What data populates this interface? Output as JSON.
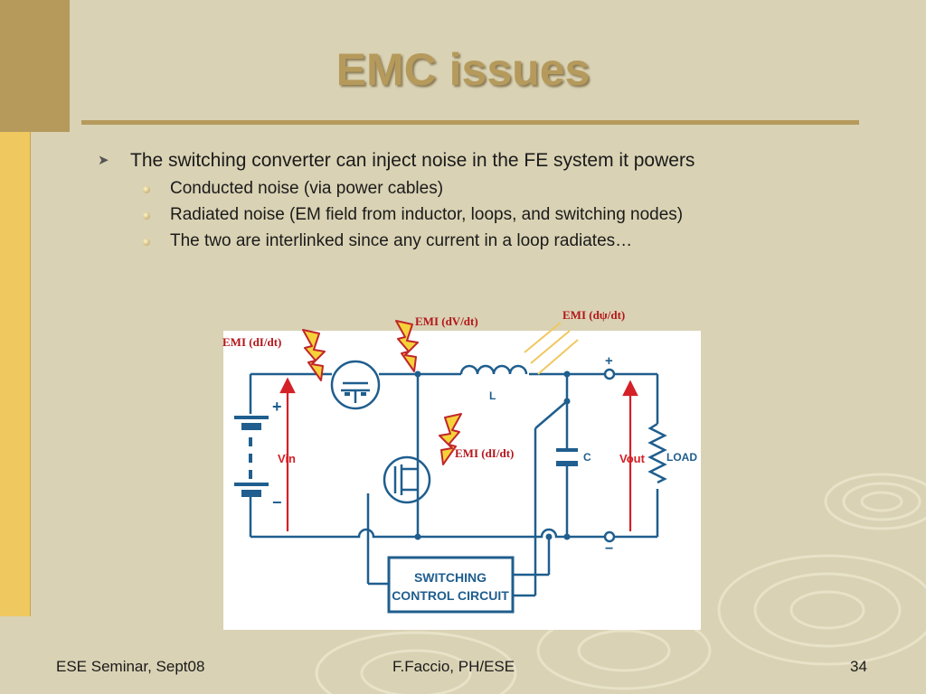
{
  "slide": {
    "title": "EMC issues",
    "bullets": {
      "main": "The switching converter can inject noise in the FE system it powers",
      "sub": [
        "Conducted noise (via power cables)",
        "Radiated noise (EM field from inductor, loops, and switching nodes)",
        "The two are interlinked since any current in a loop radiates…"
      ]
    }
  },
  "emi_labels": {
    "di_dt_left": "EMI (dI/dt)",
    "dv_dt": "EMI (dV/dt)",
    "dpsi_dt": "EMI (dψ/dt)",
    "di_dt_mid": "EMI (dI/dt)"
  },
  "circuit": {
    "inductor_label": "L",
    "capacitor_label": "C",
    "vin_label": "Vin",
    "vout_label": "Vout",
    "load_label": "LOAD",
    "plus": "+",
    "minus": "−",
    "control_line1": "SWITCHING",
    "control_line2": "CONTROL CIRCUIT",
    "colors": {
      "wire": "#1f5e8e",
      "arrow": "#d42027",
      "bolt_fill": "#f6d23a",
      "bolt_stroke": "#c0262b"
    }
  },
  "footer": {
    "left": "ESE Seminar, Sept08",
    "center": "F.Faccio, PH/ESE",
    "page": "34"
  }
}
